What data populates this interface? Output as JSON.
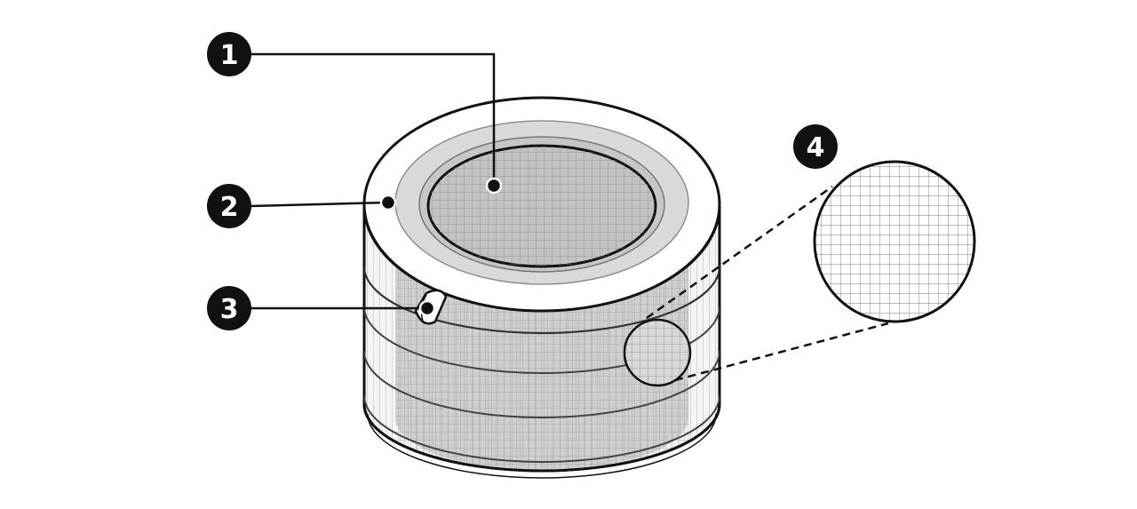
{
  "diagram": {
    "callouts": [
      {
        "id": "1",
        "label": "1"
      },
      {
        "id": "2",
        "label": "2"
      },
      {
        "id": "3",
        "label": "3"
      },
      {
        "id": "4",
        "label": "4"
      }
    ],
    "colors": {
      "outline": "#111111",
      "filter_fill": "#d9d9d9",
      "inner_media": "#bdbdbd",
      "mesh": "#8a8a8a",
      "background": "#ffffff"
    }
  }
}
